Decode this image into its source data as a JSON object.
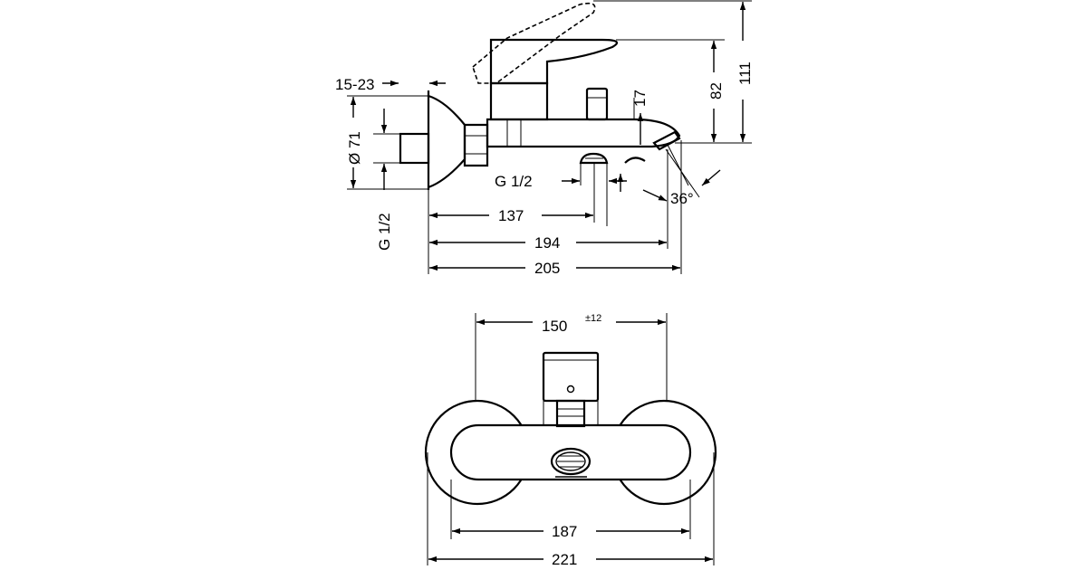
{
  "side_view": {
    "dims": {
      "tolerance_range": "15-23",
      "diameter": "Ø 71",
      "thread_left": "G 1/2",
      "thread_spout": "G 1/2",
      "height_17": "17",
      "height_82": "82",
      "height_111": "111",
      "angle": "36°",
      "length_137": "137",
      "length_194": "194",
      "length_205": "205"
    }
  },
  "front_view": {
    "dims": {
      "width_150": "150",
      "tolerance": "±12",
      "width_187": "187",
      "width_221": "221"
    }
  }
}
